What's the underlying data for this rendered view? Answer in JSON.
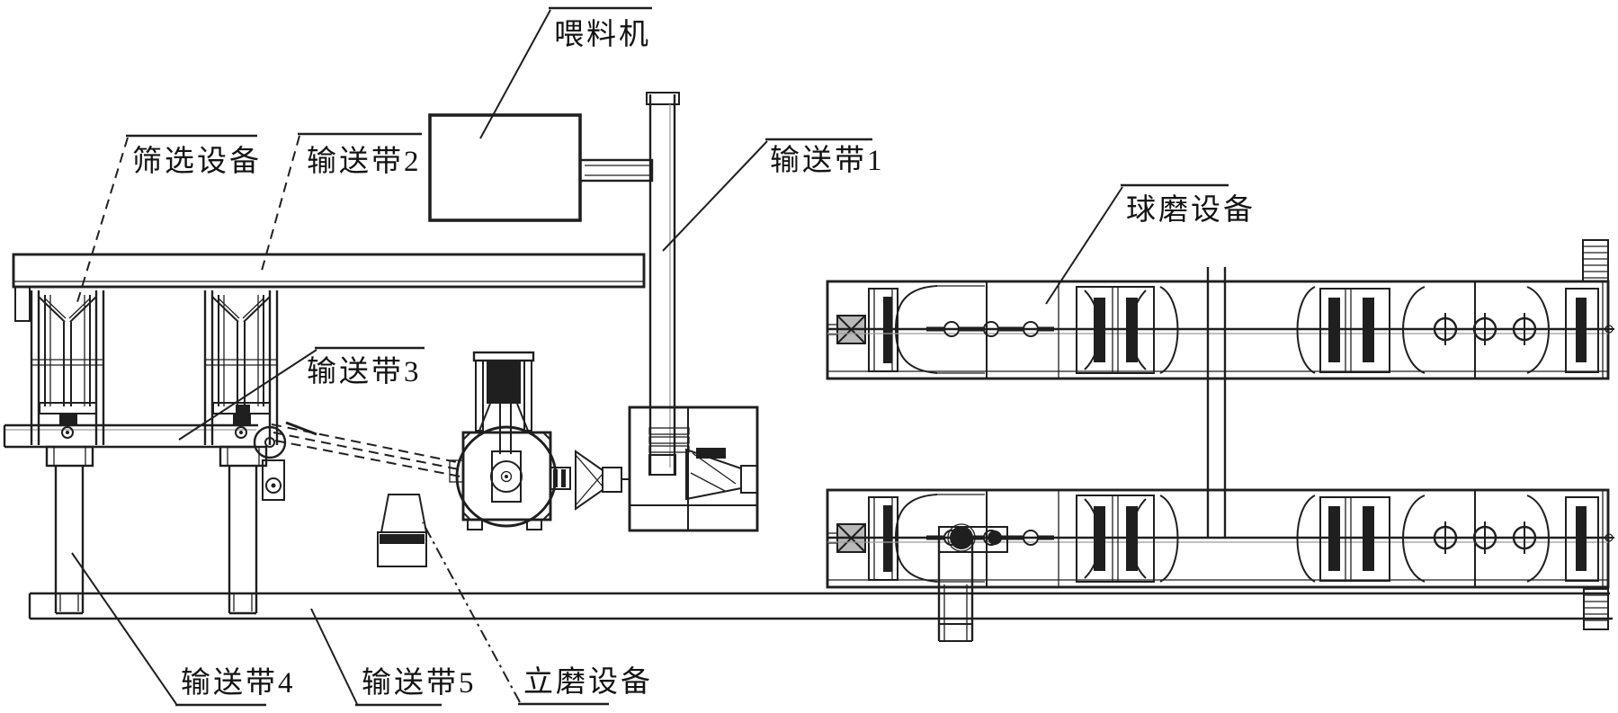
{
  "diagram": {
    "labels": [
      {
        "id": "screening-equipment",
        "text": "筛选设备"
      },
      {
        "id": "conveyor-2",
        "text": "输送带2"
      },
      {
        "id": "feeder",
        "text": "喂料机"
      },
      {
        "id": "conveyor-1",
        "text": "输送带1"
      },
      {
        "id": "ball-mill",
        "text": "球磨设备"
      },
      {
        "id": "conveyor-3",
        "text": "输送带3"
      },
      {
        "id": "conveyor-4",
        "text": "输送带4"
      },
      {
        "id": "conveyor-5",
        "text": "输送带5"
      },
      {
        "id": "vertical-mill",
        "text": "立磨设备"
      }
    ],
    "colors": {
      "background": "#ffffff",
      "line": "#1f1f1f",
      "label_text": "#131313"
    }
  }
}
